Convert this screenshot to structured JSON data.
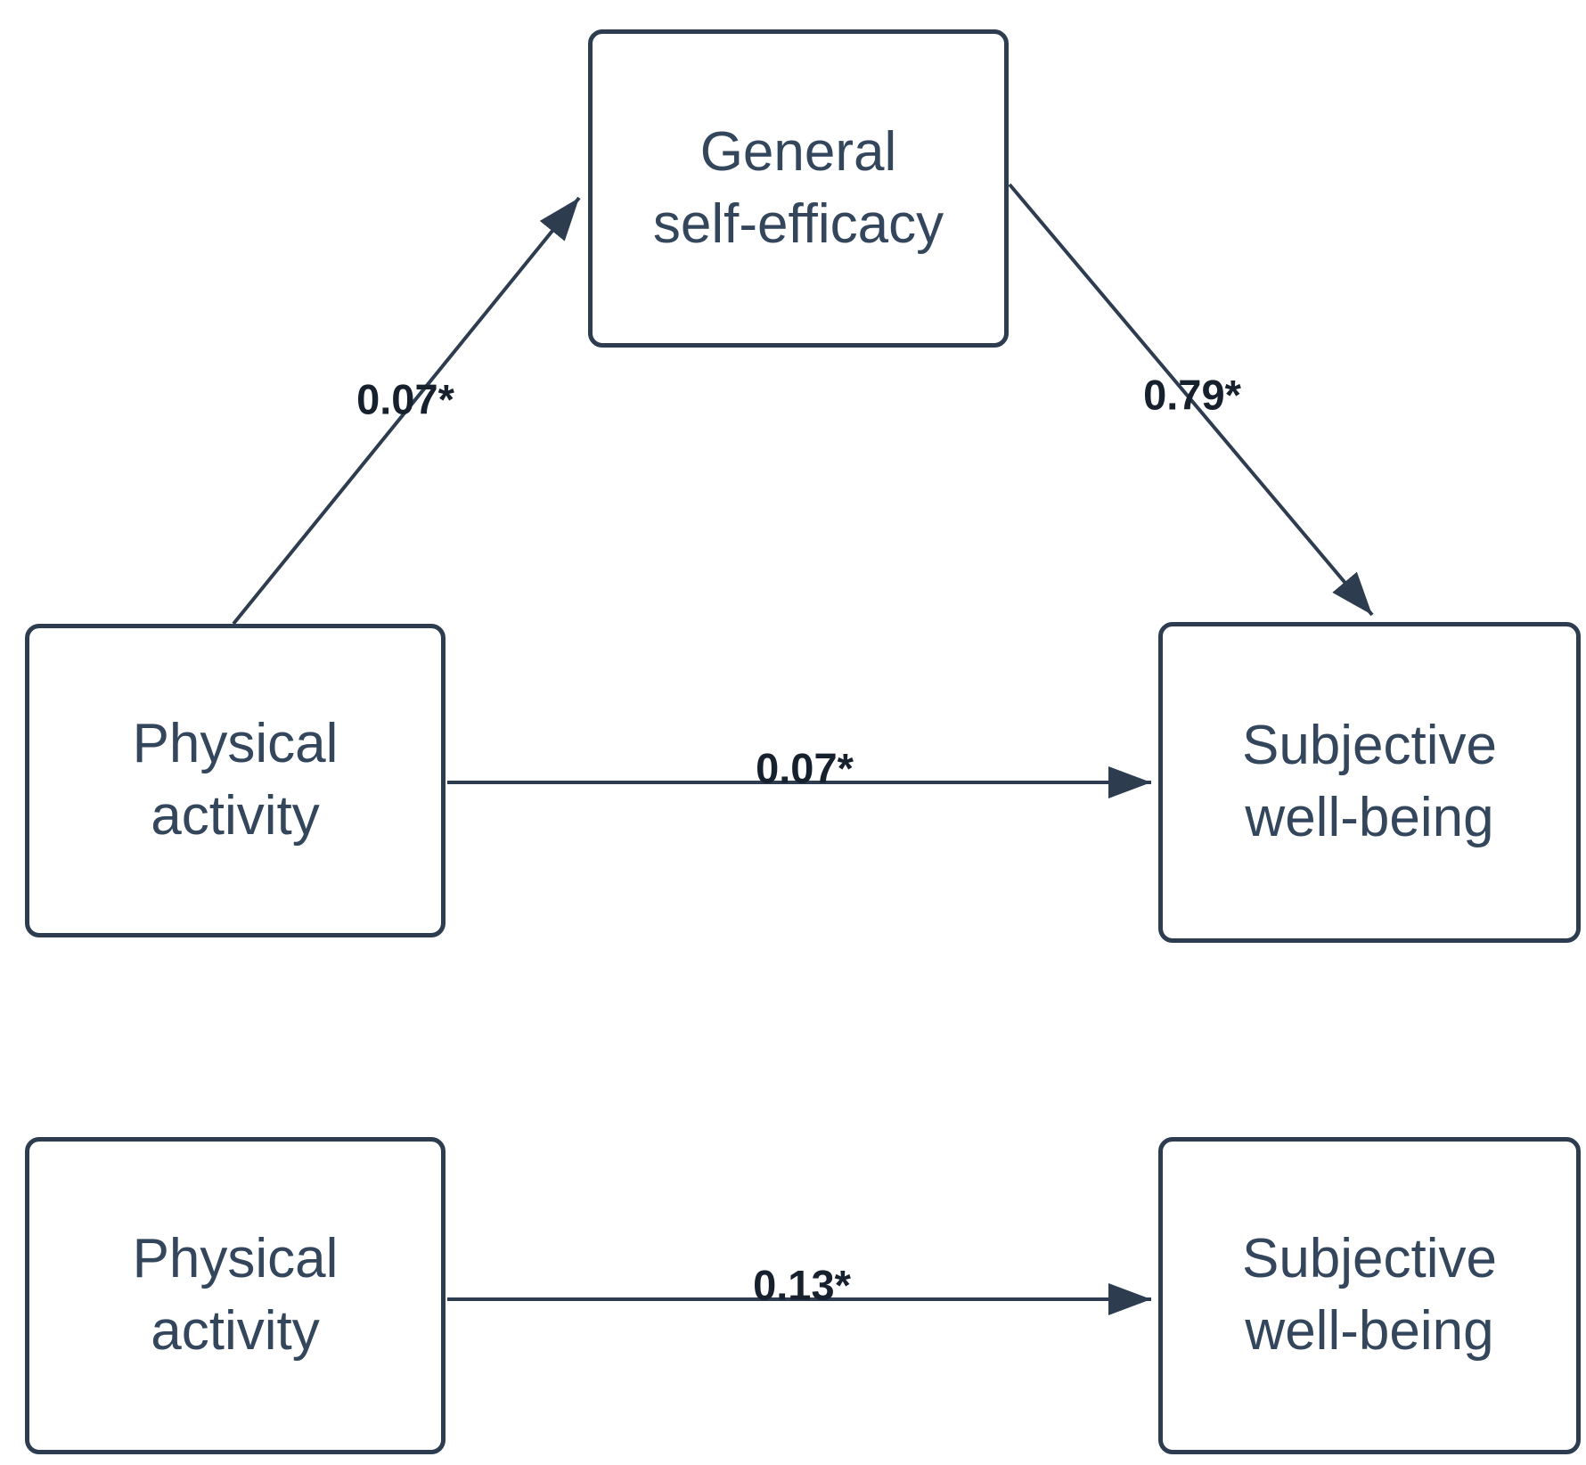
{
  "diagram": {
    "background": "#ffffff",
    "accent_color": "#2e3c50",
    "node_text_color": "#33465c",
    "label_text_color": "#17212e",
    "nodes": {
      "general_self_efficacy": {
        "label": "General\nself-efficacy"
      },
      "physical_activity_top": {
        "label": "Physical\nactivity"
      },
      "subjective_well_being_top": {
        "label": "Subjective\nwell-being"
      },
      "physical_activity_bottom": {
        "label": "Physical\nactivity"
      },
      "subjective_well_being_bottom": {
        "label": "Subjective\nwell-being"
      }
    },
    "edges": {
      "pa_to_gse": {
        "label": "0.07*"
      },
      "gse_to_swb": {
        "label": "0.79*"
      },
      "pa_to_swb_direct": {
        "label": "0.07*"
      },
      "pa_to_swb_total": {
        "label": "0.13*"
      }
    }
  }
}
